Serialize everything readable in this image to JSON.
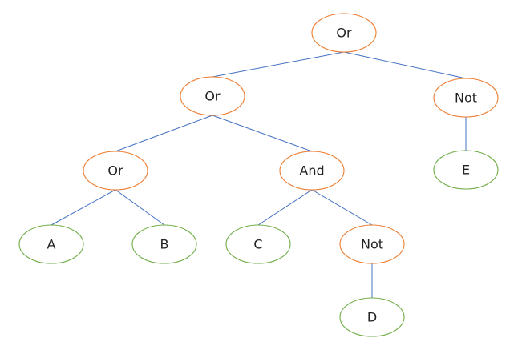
{
  "colors": {
    "operator_stroke": "#ed7d31",
    "leaf_stroke": "#70ad47",
    "edge": "#4472c4",
    "text": "#222222",
    "background": "#ffffff"
  },
  "tree": {
    "nodes": [
      {
        "id": "n-or-root",
        "label": "Or",
        "kind": "operator"
      },
      {
        "id": "n-or-left",
        "label": "Or",
        "kind": "operator"
      },
      {
        "id": "n-not-right",
        "label": "Not",
        "kind": "operator"
      },
      {
        "id": "n-or-ab",
        "label": "Or",
        "kind": "operator"
      },
      {
        "id": "n-and",
        "label": "And",
        "kind": "operator"
      },
      {
        "id": "n-e",
        "label": "E",
        "kind": "leaf"
      },
      {
        "id": "n-a",
        "label": "A",
        "kind": "leaf"
      },
      {
        "id": "n-b",
        "label": "B",
        "kind": "leaf"
      },
      {
        "id": "n-c",
        "label": "C",
        "kind": "leaf"
      },
      {
        "id": "n-not-d",
        "label": "Not",
        "kind": "operator"
      },
      {
        "id": "n-d",
        "label": "D",
        "kind": "leaf"
      }
    ],
    "edges": [
      {
        "from": "n-or-root",
        "to": "n-or-left"
      },
      {
        "from": "n-or-root",
        "to": "n-not-right"
      },
      {
        "from": "n-or-left",
        "to": "n-or-ab"
      },
      {
        "from": "n-or-left",
        "to": "n-and"
      },
      {
        "from": "n-not-right",
        "to": "n-e"
      },
      {
        "from": "n-or-ab",
        "to": "n-a"
      },
      {
        "from": "n-or-ab",
        "to": "n-b"
      },
      {
        "from": "n-and",
        "to": "n-c"
      },
      {
        "from": "n-and",
        "to": "n-not-d"
      },
      {
        "from": "n-not-d",
        "to": "n-d"
      }
    ]
  }
}
